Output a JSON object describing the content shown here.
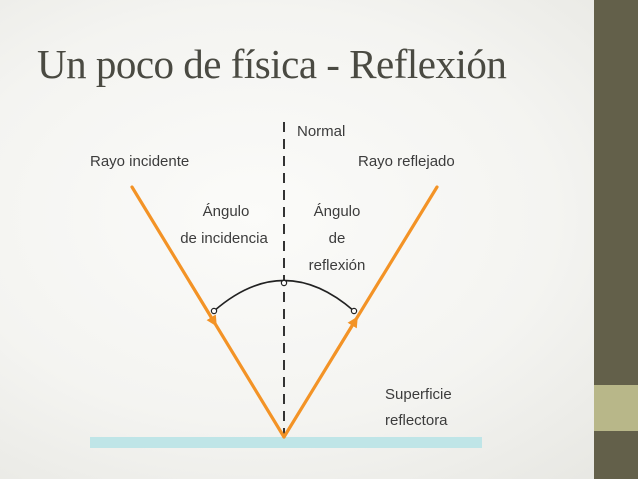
{
  "title": "Un poco de física - Reflexión",
  "diagram": {
    "normal_label": "Normal",
    "incident_ray_label": "Rayo incidente",
    "reflected_ray_label": "Rayo reflejado",
    "incidence_angle_label": [
      "Ángulo",
      "de incidencia"
    ],
    "reflection_angle_label": [
      "Ángulo",
      "de",
      "reflexión"
    ],
    "surface_label": [
      "Superficie",
      "reflectora"
    ]
  },
  "colors": {
    "ray": "#f39326",
    "surface": "#bfe5e7",
    "normal_line": "#333333",
    "side_bar": "#63604a",
    "side_block": "#b8b789",
    "title_text": "#4a4a42"
  }
}
